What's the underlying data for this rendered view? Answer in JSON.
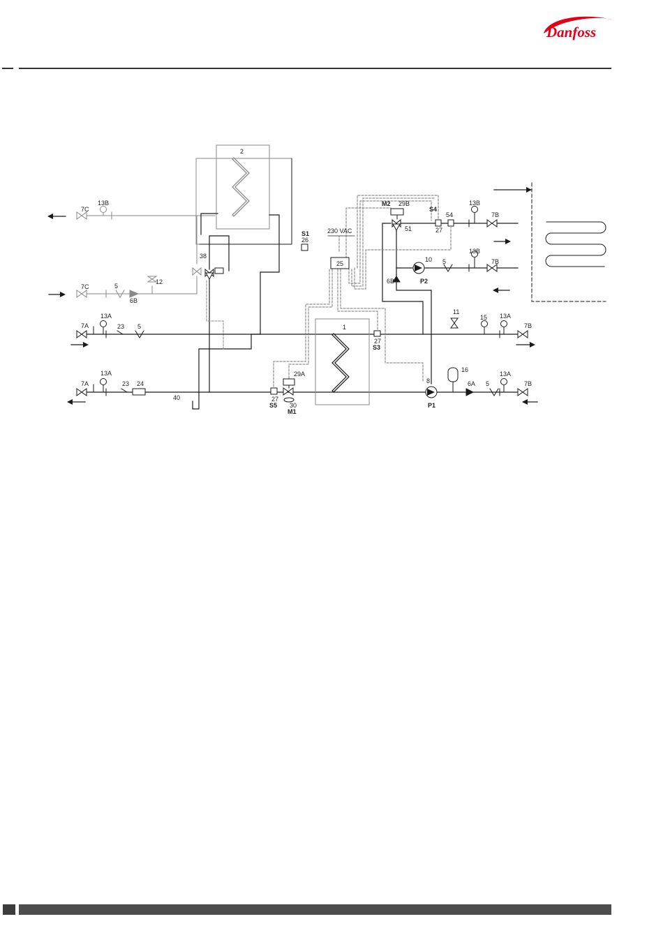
{
  "brand": {
    "name": "Danfoss",
    "color": "#e2001a"
  },
  "colors": {
    "pipe": "#1a1a1a",
    "pipe_grey": "#888888",
    "cable": "#777777",
    "rule": "#333333",
    "footer": "#4d4d4d"
  },
  "labels": {
    "hx2": "2",
    "hx1": "1",
    "s1": "S1",
    "n26": "26",
    "vac": "230  VAC",
    "ctrl": "25",
    "m2": "M2",
    "v29b": "29B",
    "s4": "S4",
    "n54": "54",
    "n27_top": "27",
    "n51": "51",
    "gauge_13b_top": "13B",
    "valve_7b_top": "7B",
    "n10": "10",
    "n5_mid": "5",
    "gauge_13b_mid": "13B",
    "valve_7b_mid": "7B",
    "n6b_right": "6B",
    "p2": "P2",
    "gauge_13b_left": "13B",
    "valve_7c_top": "7C",
    "valve_7c_bot": "7C",
    "n5_left": "5",
    "n6b_left": "6B",
    "n12": "12",
    "n38": "38",
    "valve_7a_top": "7A",
    "gauge_13a_top": "13A",
    "n23_top": "23",
    "n5_sup": "5",
    "n27_s3": "27",
    "s3": "S3",
    "n11": "11",
    "n15": "15",
    "gauge_13a_right": "13A",
    "valve_7b_sup": "7B",
    "valve_7a_bot": "7A",
    "gauge_13a_bot": "13A",
    "n23_bot": "23",
    "n24": "24",
    "n40": "40",
    "n27_s5": "27",
    "s5": "S5",
    "v29a": "29A",
    "n30": "30",
    "m1": "M1",
    "n8": "8",
    "p1": "P1",
    "n16": "16",
    "n6a": "6A",
    "n5_ret": "5",
    "gauge_13a_ret": "13A",
    "valve_7b_ret": "7B"
  }
}
